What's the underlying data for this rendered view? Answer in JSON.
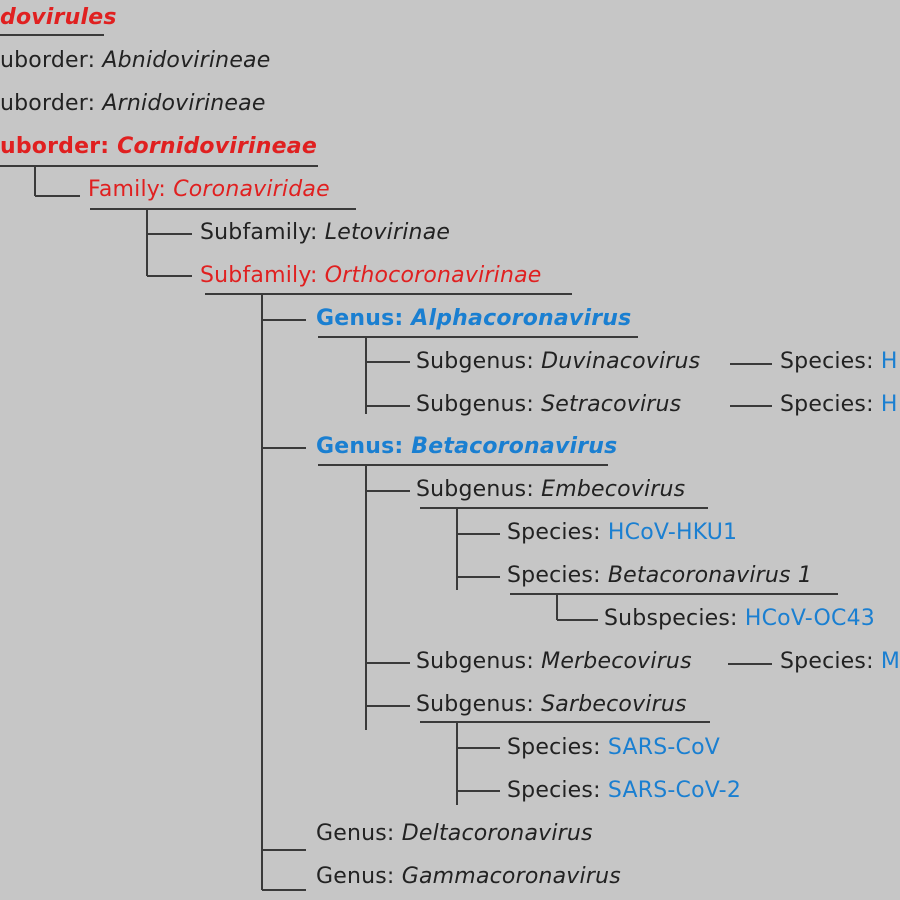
{
  "colors": {
    "background": "#c6c6c6",
    "highlight_red": "#e02020",
    "highlight_blue": "#1a7fd1",
    "text": "#222222",
    "line": "#3a3a3a"
  },
  "nodes": {
    "order": {
      "name": "dovirules"
    },
    "suborder_abn": {
      "rank": "uborder: ",
      "name": "Abnidovirineae"
    },
    "suborder_arn": {
      "rank": "uborder: ",
      "name": "Arnidovirineae"
    },
    "suborder_corn": {
      "rank": "uborder: ",
      "name": "Cornidovirineae"
    },
    "family": {
      "rank": "Family: ",
      "name": "Coronaviridae"
    },
    "subfam_leto": {
      "rank": "Subfamily: ",
      "name": "Letovirinae"
    },
    "subfam_ortho": {
      "rank": "Subfamily: ",
      "name": "Orthocoronavirinae"
    },
    "genus_alpha": {
      "rank": "Genus: ",
      "name": "Alphacoronavirus"
    },
    "subgenus_duvina": {
      "rank": "Subgenus: ",
      "name": "Duvinacovirus",
      "species_rank": "Species: ",
      "species_name": "H"
    },
    "subgenus_setra": {
      "rank": "Subgenus: ",
      "name": "Setracovirus",
      "species_rank": "Species: ",
      "species_name": "H"
    },
    "genus_beta": {
      "rank": "Genus: ",
      "name": "Betacoronavirus"
    },
    "subgenus_embe": {
      "rank": "Subgenus: ",
      "name": "Embecovirus"
    },
    "species_hku1": {
      "rank": "Species: ",
      "name": "HCoV-HKU1"
    },
    "species_beta1": {
      "rank": "Species: ",
      "name": "Betacoronavirus 1"
    },
    "subspecies_oc43": {
      "rank": "Subspecies: ",
      "name": "HCoV-OC43"
    },
    "subgenus_merbe": {
      "rank": "Subgenus: ",
      "name": "Merbecovirus",
      "species_rank": "Species: ",
      "species_name": "M"
    },
    "subgenus_sarbe": {
      "rank": "Subgenus: ",
      "name": "Sarbecovirus"
    },
    "species_sars": {
      "rank": "Species: ",
      "name": "SARS-CoV"
    },
    "species_sars2": {
      "rank": "Species: ",
      "name": "SARS-CoV-2"
    },
    "genus_delta": {
      "rank": "Genus: ",
      "name": "Deltacoronavirus"
    },
    "genus_gamma": {
      "rank": "Genus: ",
      "name": "Gammacoronavirus"
    }
  }
}
